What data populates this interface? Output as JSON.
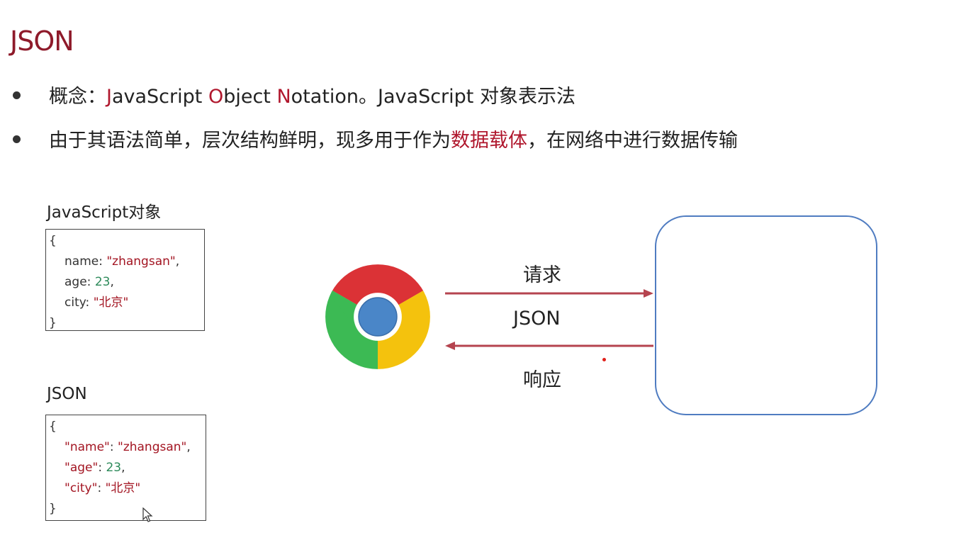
{
  "title": "JSON",
  "bullets": {
    "concept": {
      "prefix": "概念：",
      "j": "J",
      "ava_s": "avaScript ",
      "o": "O",
      "bject": "bject ",
      "n": "N",
      "otation": "otation",
      "suffix": "。JavaScript 对象表示法"
    },
    "usage": {
      "before": "由于其语法简单，层次结构鲜明，现多用于作为",
      "highlight": "数据载体",
      "after": "，在网络中进行数据传输"
    }
  },
  "js_object": {
    "caption": "JavaScript对象",
    "open": "{",
    "line1_key": "name: ",
    "line1_val": "\"zhangsan\"",
    "line1_end": ",",
    "line2_key": "age: ",
    "line2_val": "23",
    "line2_end": ",",
    "line3_key": "city: ",
    "line3_val": "\"北京\"",
    "close": "}"
  },
  "json_object": {
    "caption": "JSON",
    "open": "{",
    "line1_key": "\"name\"",
    "line1_sep": ": ",
    "line1_val": "\"zhangsan\"",
    "line1_end": ",",
    "line2_key": "\"age\"",
    "line2_sep": ": ",
    "line2_val": "23",
    "line2_end": ",",
    "line3_key": "\"city\"",
    "line3_sep": ": ",
    "line3_val": "\"北京\"",
    "close": "}"
  },
  "diagram": {
    "request_label": "请求",
    "json_label": "JSON",
    "response_label": "响应",
    "arrow_color": "#b5444f",
    "server_border_color": "#4f7cc1"
  },
  "colors": {
    "accent": "#8e1a2a",
    "highlight": "#b0172d"
  }
}
